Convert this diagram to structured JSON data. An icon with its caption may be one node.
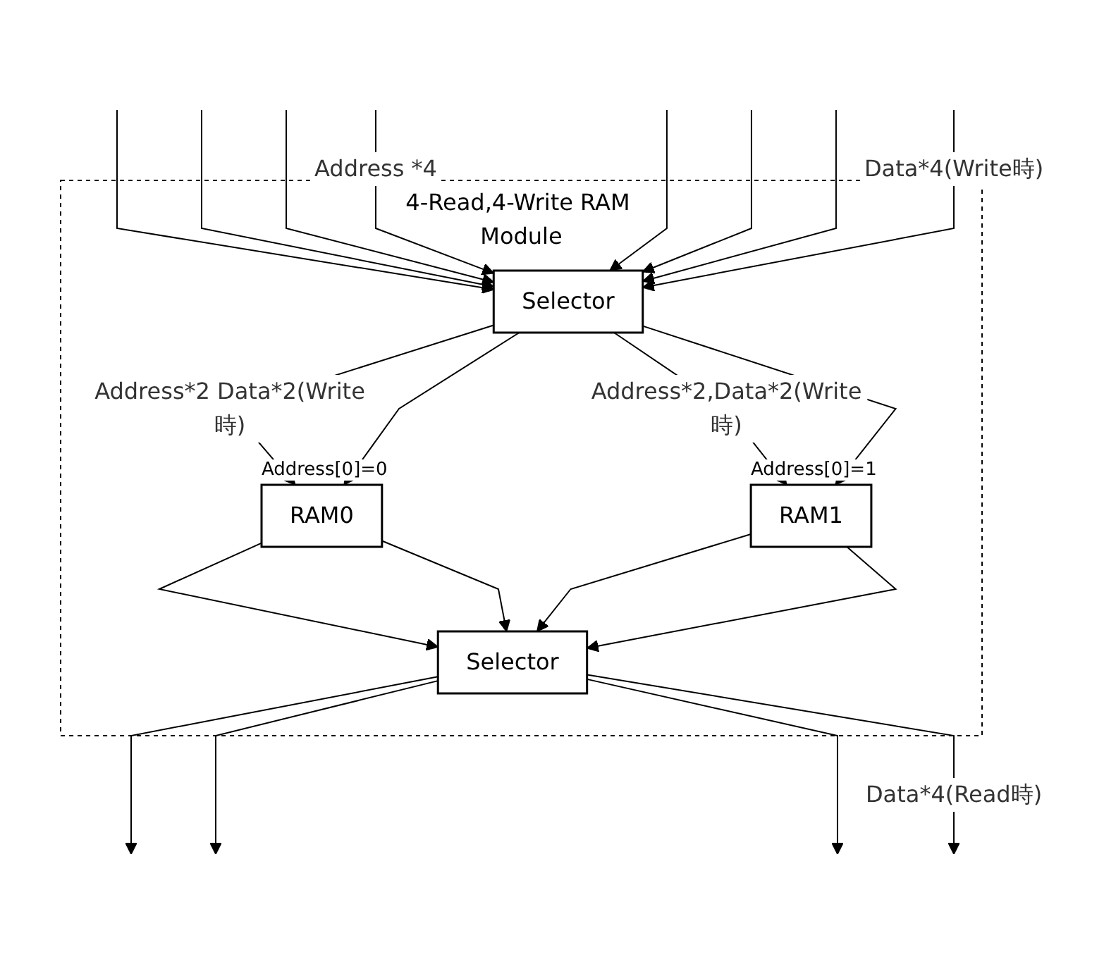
{
  "diagram": {
    "nodes": [
      {
        "text": [
          "4-Read,4-Write RAM Module"
        ]
      },
      {
        "text": [
          "Selector"
        ],
        "in": 0
      },
      {
        "text": [
          "RAM0"
        ],
        "in": 0,
        "beside": [
          "Address[0]=0"
        ]
      },
      {
        "text": [
          "RAM1"
        ],
        "in": 0,
        "beside": [
          "Address[0]=1"
        ]
      },
      {
        "text": [
          "Selector"
        ],
        "in": 0
      }
    ],
    "edges": [
      {
        "from": null,
        "to": 1,
        "arrow": "to"
      },
      {
        "from": null,
        "to": 1,
        "arrow": "to"
      },
      {
        "from": null,
        "to": 1,
        "arrow": "to"
      },
      {
        "from": null,
        "to": 1,
        "arrow": "to",
        "label": "Address *4"
      },
      {
        "from": null,
        "to": 1,
        "arrow": "to"
      },
      {
        "from": null,
        "to": 1,
        "arrow": "to"
      },
      {
        "from": null,
        "to": 1,
        "arrow": "to"
      },
      {
        "from": null,
        "to": 1,
        "arrow": "to",
        "label": "Data*4(Write時)"
      },
      {
        "from": 1,
        "to": 2,
        "arrow": "to",
        "label": "Address*2 Data*2(Write時)"
      },
      {
        "from": 1,
        "to": 2,
        "arrow": "to"
      },
      {
        "from": 1,
        "to": 3,
        "arrow": "to",
        "label": "Address*2,Data*2(Write時)"
      },
      {
        "from": 1,
        "to": 3,
        "arrow": "to"
      },
      {
        "from": 2,
        "to": 4,
        "arrow": "to"
      },
      {
        "from": 2,
        "to": 4,
        "arrow": "to"
      },
      {
        "from": 3,
        "to": 4,
        "arrow": "to"
      },
      {
        "from": 3,
        "to": 4,
        "arrow": "to"
      },
      {
        "from": 4,
        "to": null,
        "arrow": "to"
      },
      {
        "from": 4,
        "to": null,
        "arrow": "to"
      },
      {
        "from": 4,
        "to": null,
        "arrow": "to"
      },
      {
        "from": 4,
        "to": null,
        "arrow": "to",
        "label": "Data*4(Read時)"
      }
    ]
  }
}
